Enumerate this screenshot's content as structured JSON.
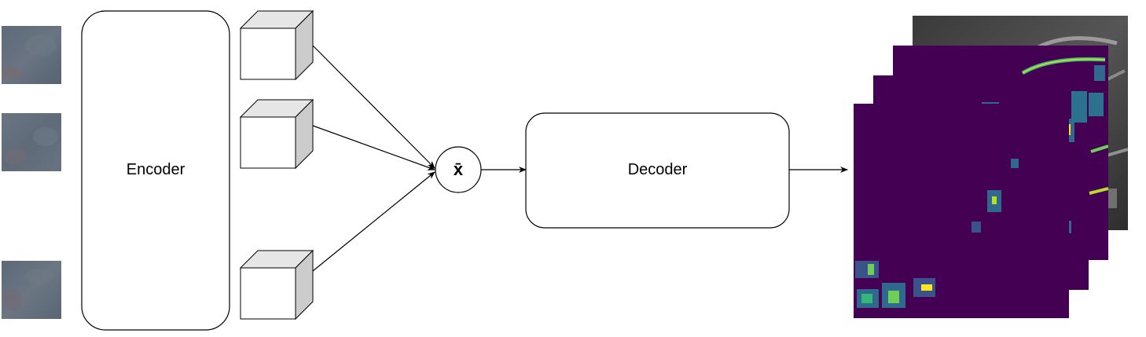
{
  "encoder": {
    "label": "Encoder"
  },
  "decoder": {
    "label": "Decoder"
  },
  "mean_node": {
    "label": "x̄"
  },
  "colors": {
    "stroke": "#000000",
    "cube_top": "#e6e6e6",
    "cube_side": "#cccccc",
    "cube_front": "#ffffff",
    "heatmap_bg": "#440154",
    "heatmap_mid": "#31688e",
    "heatmap_hi": "#35b779",
    "heatmap_peak": "#fde725",
    "satellite": "#5c6a78"
  },
  "inputs": [
    {
      "icon": "satellite-image-patch-icon"
    },
    {
      "icon": "satellite-image-patch-icon"
    },
    {
      "icon": "satellite-image-patch-icon"
    }
  ],
  "feature_maps": [
    {
      "icon": "feature-cube-icon"
    },
    {
      "icon": "feature-cube-icon"
    },
    {
      "icon": "feature-cube-icon"
    }
  ],
  "outputs": [
    {
      "icon": "grayscale-output-map-icon"
    },
    {
      "icon": "heatmap-output-icon"
    },
    {
      "icon": "heatmap-output-icon"
    },
    {
      "icon": "heatmap-output-icon"
    }
  ]
}
